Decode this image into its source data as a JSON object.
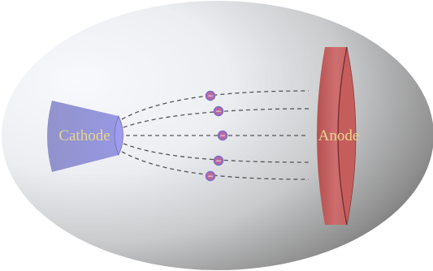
{
  "labels": {
    "cathode": "Cathode",
    "anode": "Anode"
  },
  "electrons": {
    "count": 5,
    "symbol": "−"
  },
  "beam": {
    "line_count": 5,
    "line_style": "dashed"
  },
  "colors": {
    "label_text": "#e8d690",
    "cathode_fill": "#8e8ed8",
    "anode_fill": "#c45a5a",
    "electron_fill": "#b96a9c",
    "electron_stroke": "#7a6acc",
    "beam_line": "#555555",
    "envelope_light": "#f6f8fb",
    "envelope_dark": "#6e6e6e"
  }
}
